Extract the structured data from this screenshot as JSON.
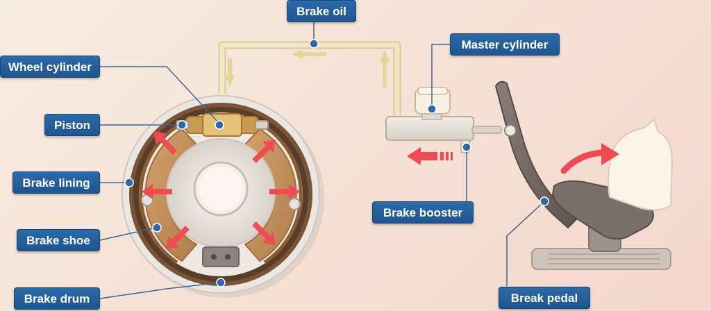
{
  "labels": {
    "brake_oil": "Brake oil",
    "master_cylinder": "Master cylinder",
    "wheel_cylinder": "Wheel cylinder",
    "piston": "Piston",
    "brake_lining": "Brake lining",
    "brake_booster": "Brake booster",
    "brake_shoe": "Brake shoe",
    "brake_drum": "Brake drum",
    "break_pedal": "Break pedal"
  },
  "colors": {
    "label_bg": "#2360a0",
    "leader_line": "#3f6690",
    "arrow_red": "#ef4b52",
    "pipe": "#eee3bf",
    "shoe": "#c4905c",
    "drum_rim": "#e9e4df"
  }
}
